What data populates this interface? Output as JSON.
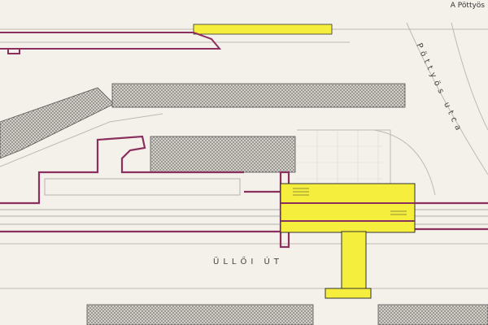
{
  "map": {
    "title": "A Pöttyös",
    "streets": {
      "ulloi": "ÜLLŐI ÚT",
      "pottyos": "Pöttyös utca"
    },
    "colors": {
      "background": "#f4f1ea",
      "tunnel_line": "#8b2f5e",
      "station_fill": "#f5ee3c",
      "building_hatch": "#8a8a8a",
      "street_line": "#bfbab0"
    }
  }
}
